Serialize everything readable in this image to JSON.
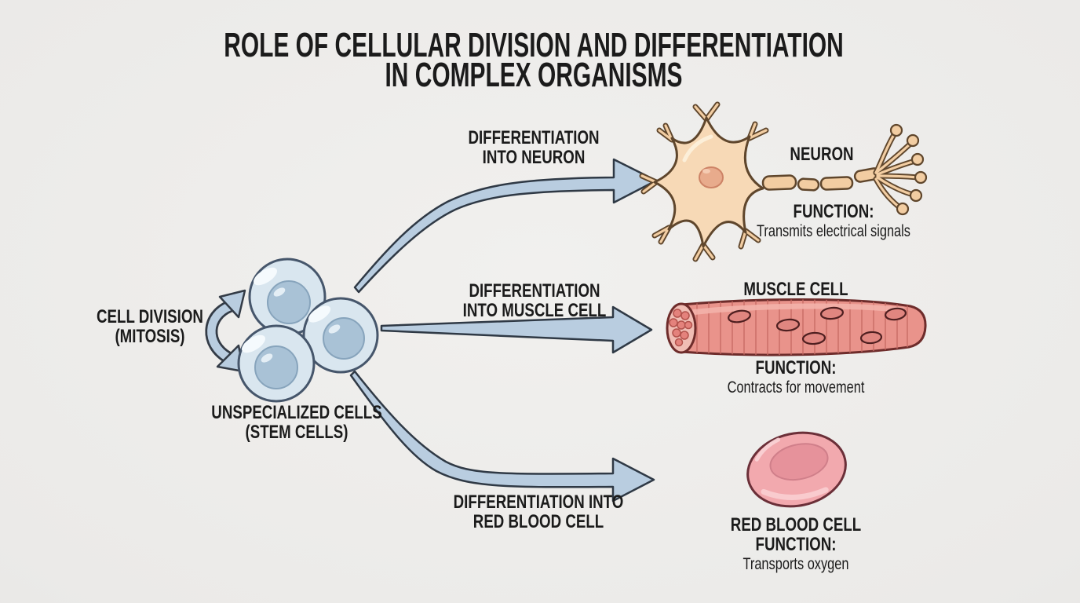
{
  "title": {
    "line1": "ROLE OF CELLULAR DIVISION AND DIFFERENTIATION",
    "line2": "IN COMPLEX ORGANISMS"
  },
  "mitosis": {
    "line1": "CELL DIVISION",
    "line2": "(MITOSIS)"
  },
  "stem_cells": {
    "line1": "UNSPECIALIZED CELLS",
    "line2": "(STEM CELLS)"
  },
  "neuron": {
    "arrow_line1": "DIFFERENTIATION",
    "arrow_line2": "INTO NEURON",
    "name": "NEURON",
    "function_label": "FUNCTION:",
    "function_text": "Transmits electrical signals"
  },
  "muscle": {
    "arrow_line1": "DIFFERENTIATION",
    "arrow_line2": "INTO MUSCLE CELL",
    "name": "MUSCLE CELL",
    "function_label": "FUNCTION:",
    "function_text": "Contracts for movement"
  },
  "rbc": {
    "arrow_line1": "DIFFERENTIATION INTO",
    "arrow_line2": "RED BLOOD CELL",
    "name": "RED BLOOD CELL",
    "function_label": "FUNCTION:",
    "function_text": "Transports oxygen"
  },
  "illustrations": {
    "mitosis_cycle_arrow": "curved-double-headed-arrow",
    "stem_cell_cluster": "three-round-blue-cells",
    "neuron": "branched-nerve-cell-with-axon",
    "muscle_cell": "striated-muscle-fiber-cylinder",
    "red_blood_cell": "biconcave-pink-disc"
  },
  "colors": {
    "background": "#ebeae8",
    "text": "#1b1b1b",
    "arrow_fill": "#b9cde0",
    "arrow_outline": "#333b46",
    "stem_cell_fill": "#d9e6ef",
    "stem_cell_nucleus": "#a9c2d6",
    "neuron_body": "#f7d9b6",
    "neuron_nucleus": "#e8ab8c",
    "neuron_outline": "#5f462c",
    "muscle_fill": "#e9938b",
    "muscle_outline": "#6e2c2b",
    "rbc_fill": "#f2a9ae",
    "rbc_dimple": "#e6929b"
  }
}
